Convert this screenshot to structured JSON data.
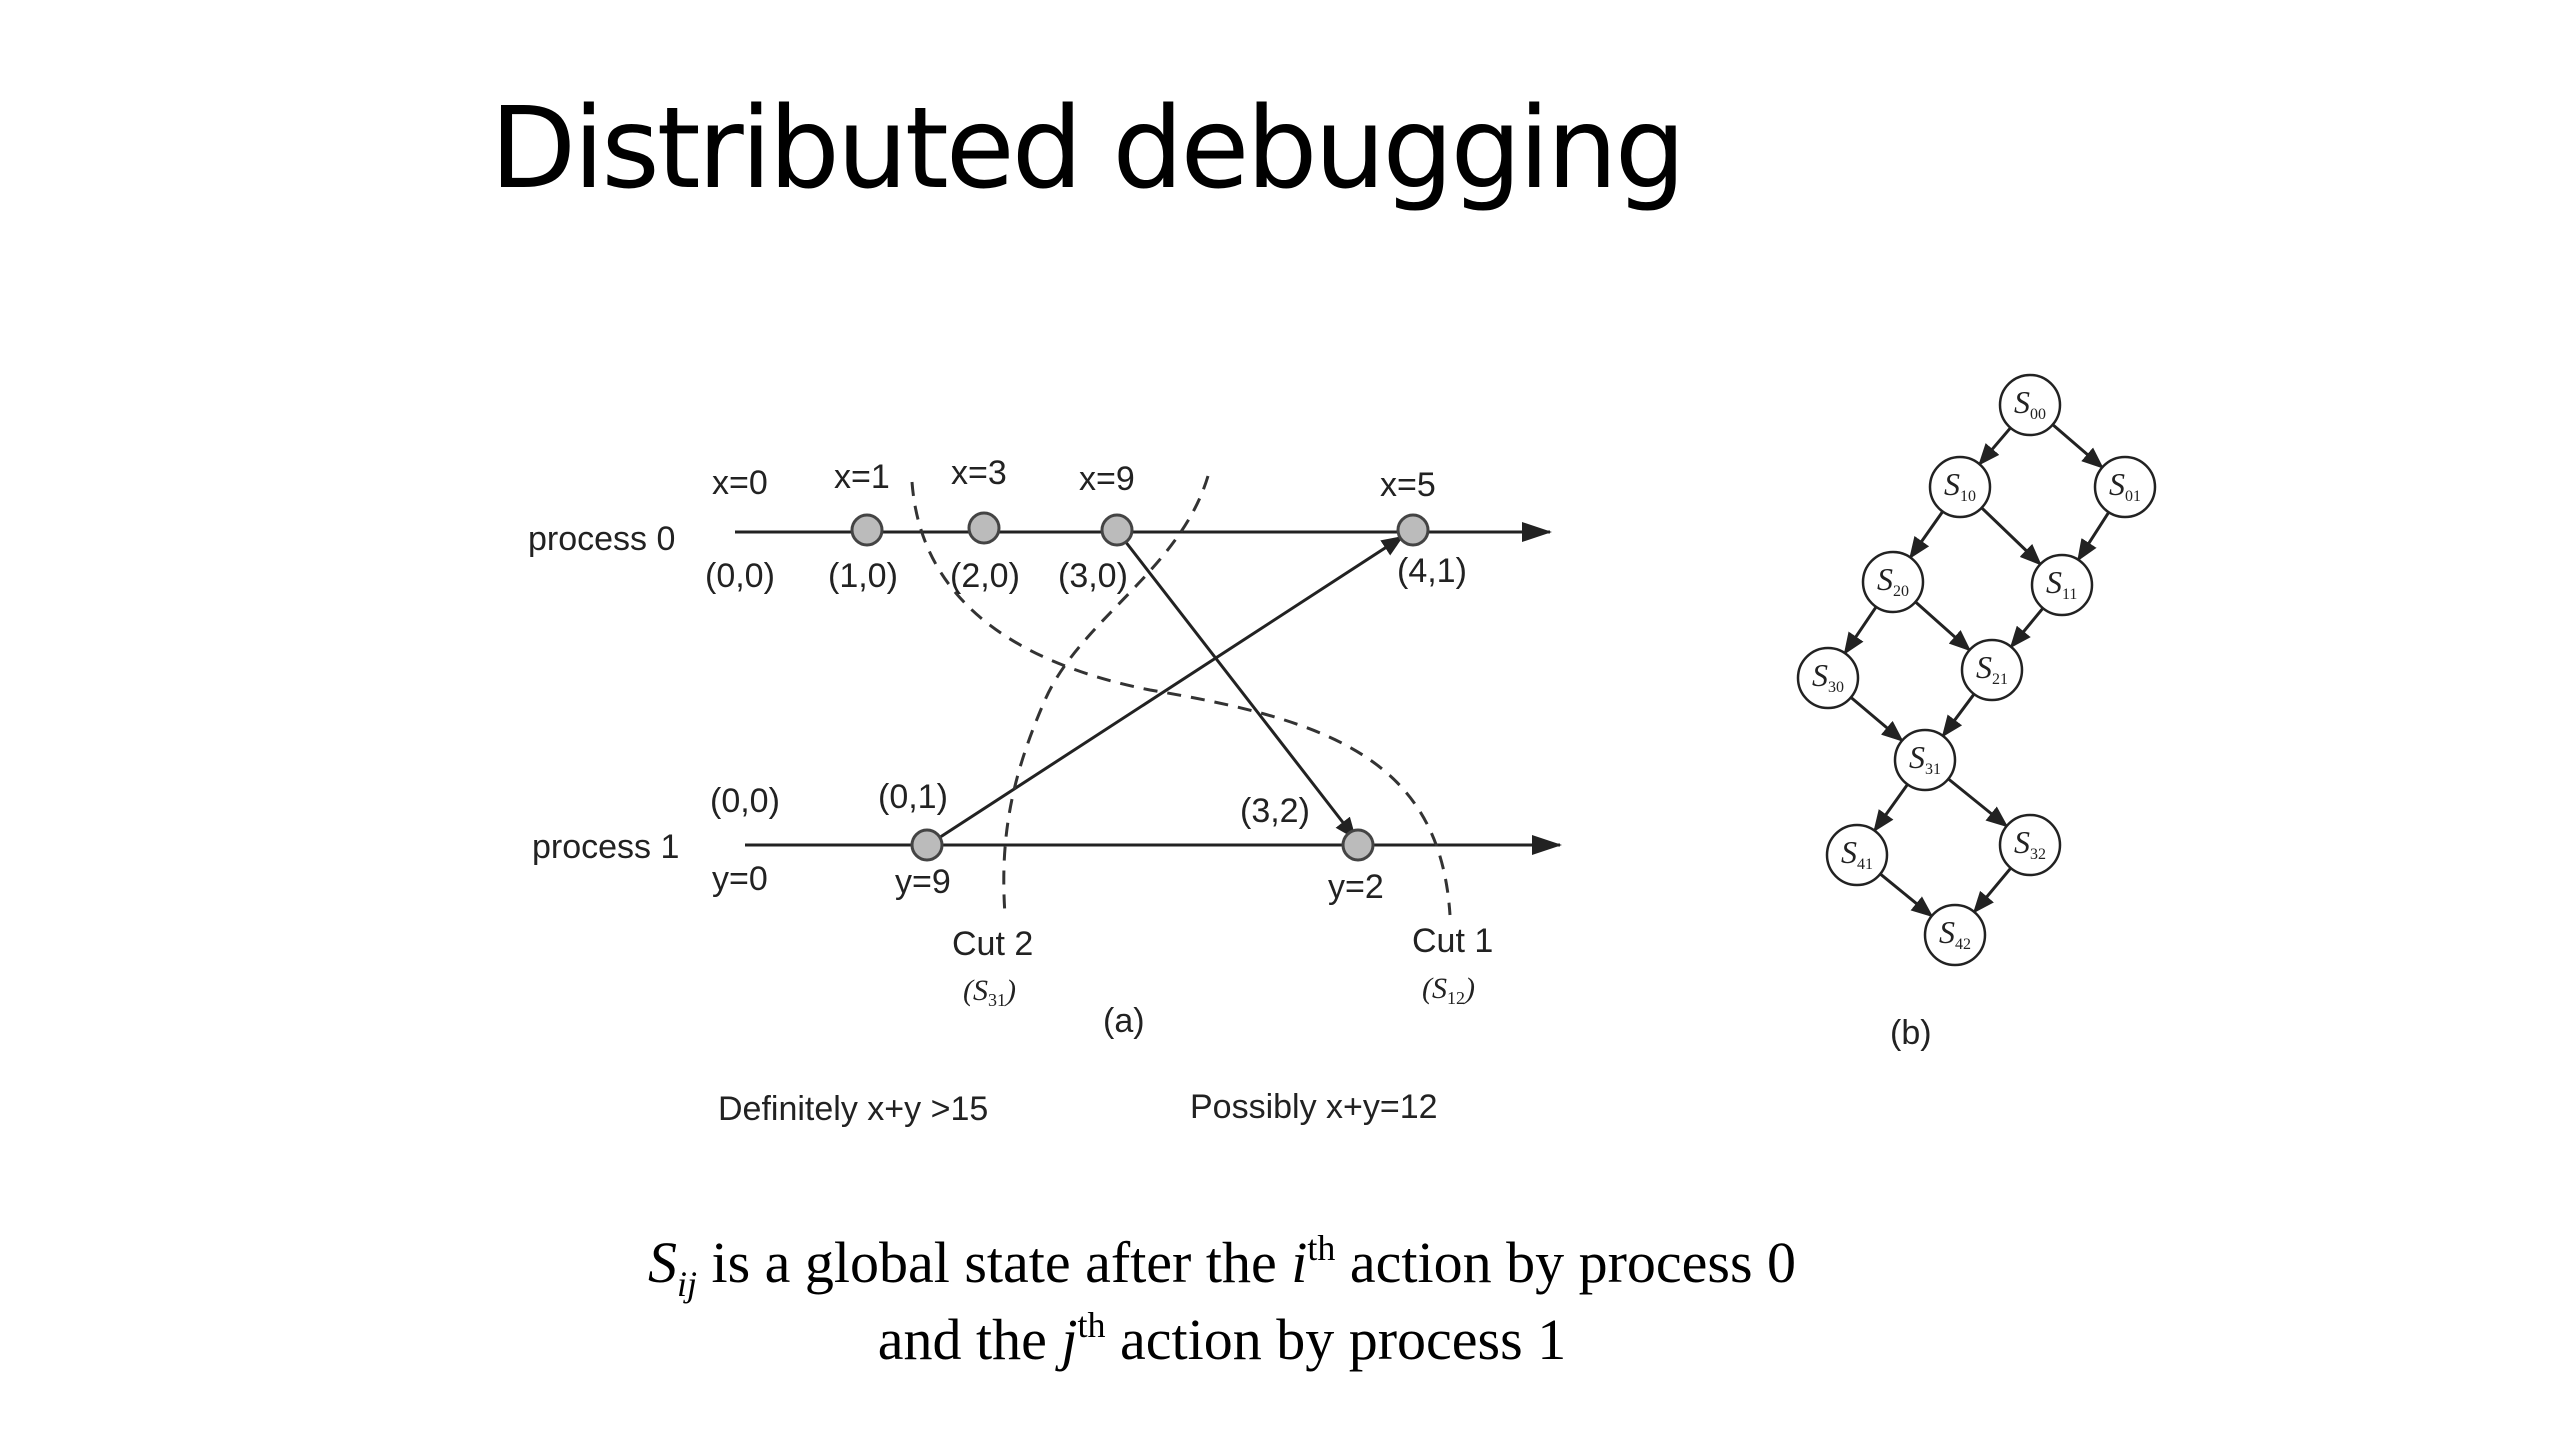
{
  "slide": {
    "title": "Distributed debugging",
    "caption": {
      "line1": {
        "sym": "S",
        "sub": "ij",
        "text_a": " is a global state after the ",
        "var": "i",
        "sup": "th",
        "text_b": " action by process 0"
      },
      "line2": {
        "text_a": "and the ",
        "var": "j",
        "sup": "th",
        "text_b": " action by process 1"
      }
    }
  },
  "diagram_a": {
    "label": "(a)",
    "process0": {
      "name": "process 0",
      "start_value": "x=0",
      "start_clock": "(0,0)"
    },
    "process1": {
      "name": "process 1",
      "start_value": "y=0",
      "start_clock": "(0,0)"
    },
    "p0_events": [
      {
        "value": "x=1",
        "clock": "(1,0)"
      },
      {
        "value": "x=3",
        "clock": "(2,0)"
      },
      {
        "value": "x=9",
        "clock": "(3,0)"
      },
      {
        "value": "x=5",
        "clock": "(4,1)"
      }
    ],
    "p1_events": [
      {
        "value": "y=9",
        "clock": "(0,1)"
      },
      {
        "value": "y=2",
        "clock": "(3,2)"
      }
    ],
    "cuts": [
      {
        "name": "Cut 2",
        "state_sym": "S",
        "state_sub": "31"
      },
      {
        "name": "Cut 1",
        "state_sym": "S",
        "state_sub": "12"
      }
    ],
    "predicates": {
      "definitely": "Definitely x+y >15",
      "possibly": "Possibly x+y=12"
    }
  },
  "diagram_b": {
    "label": "(b)",
    "nodes": [
      {
        "id": "00",
        "sym": "S",
        "sub": "00"
      },
      {
        "id": "10",
        "sym": "S",
        "sub": "10"
      },
      {
        "id": "01",
        "sym": "S",
        "sub": "01"
      },
      {
        "id": "20",
        "sym": "S",
        "sub": "20"
      },
      {
        "id": "11",
        "sym": "S",
        "sub": "11"
      },
      {
        "id": "30",
        "sym": "S",
        "sub": "30"
      },
      {
        "id": "21",
        "sym": "S",
        "sub": "21"
      },
      {
        "id": "31",
        "sym": "S",
        "sub": "31"
      },
      {
        "id": "41",
        "sym": "S",
        "sub": "41"
      },
      {
        "id": "32",
        "sym": "S",
        "sub": "32"
      },
      {
        "id": "42",
        "sym": "S",
        "sub": "42"
      }
    ],
    "edges": [
      [
        "00",
        "10"
      ],
      [
        "00",
        "01"
      ],
      [
        "10",
        "20"
      ],
      [
        "10",
        "11"
      ],
      [
        "01",
        "11"
      ],
      [
        "20",
        "30"
      ],
      [
        "20",
        "21"
      ],
      [
        "11",
        "21"
      ],
      [
        "30",
        "31"
      ],
      [
        "21",
        "31"
      ],
      [
        "31",
        "41"
      ],
      [
        "31",
        "32"
      ],
      [
        "41",
        "42"
      ],
      [
        "32",
        "42"
      ]
    ]
  }
}
